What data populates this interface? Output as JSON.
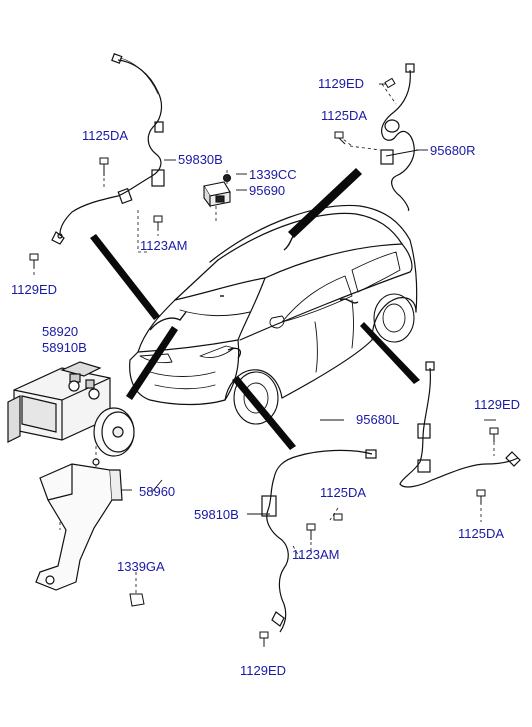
{
  "diagram": {
    "label_color": "#1a1aa6",
    "line_color": "#111111",
    "parts": {
      "p_1129ED_a": "1129ED",
      "p_1125DA_a": "1125DA",
      "p_95680R": "95680R",
      "p_1125DA_b": "1125DA",
      "p_59830B": "59830B",
      "p_1339CC": "1339CC",
      "p_95690": "95690",
      "p_1123AM_a": "1123AM",
      "p_1129ED_b": "1129ED",
      "p_58920": "58920",
      "p_58910B": "58910B",
      "p_95680L": "95680L",
      "p_1129ED_c": "1129ED",
      "p_58960": "58960",
      "p_1125DA_c": "1125DA",
      "p_59810B": "59810B",
      "p_1125DA_d": "1125DA",
      "p_1123AM_b": "1123AM",
      "p_1339GA": "1339GA",
      "p_1129ED_d": "1129ED"
    }
  }
}
